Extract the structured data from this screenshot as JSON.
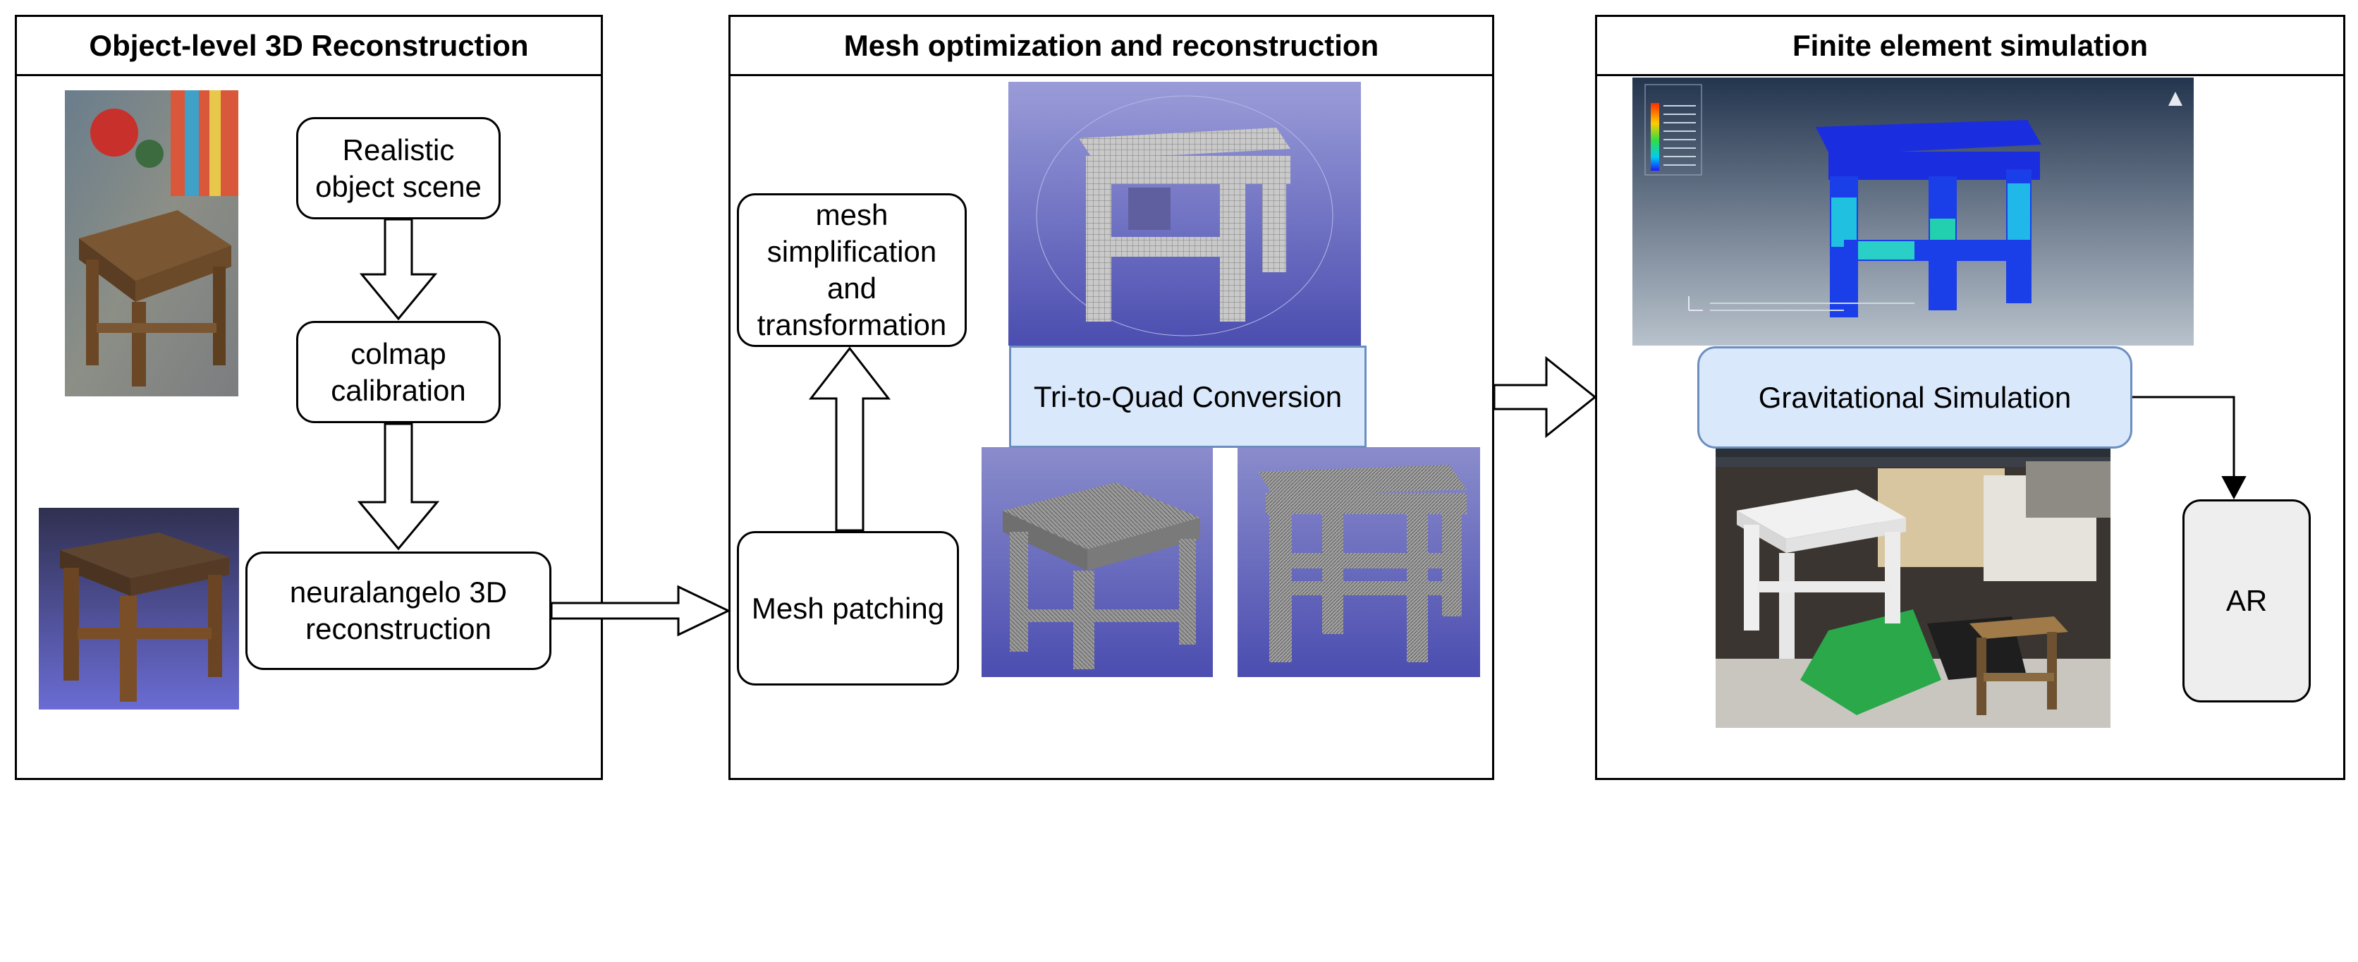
{
  "panels": {
    "reconstruction": {
      "title": "Object-level 3D Reconstruction"
    },
    "mesh": {
      "title": "Mesh optimization and reconstruction"
    },
    "fea": {
      "title": "Finite element simulation"
    }
  },
  "nodes": {
    "scene": "Realistic object scene",
    "colmap": "colmap calibration",
    "neuralangelo": "neuralangelo 3D reconstruction",
    "simplification": "mesh simplification and transformation",
    "patching": "Mesh patching",
    "tri_quad": "Tri-to-Quad Conversion",
    "gravity": "Gravitational Simulation",
    "ar": "AR"
  },
  "images": {
    "stool_photo": "photo-icon",
    "stool_render": "render-icon",
    "quad_mesh": "mesh-icon",
    "tri_mesh_a": "mesh-icon",
    "tri_mesh_b": "mesh-icon",
    "stress_plot": "fea-icon",
    "ar_scene": "ar-icon"
  },
  "colors": {
    "panel_border": "#000000",
    "blue_fill": "#dae8fc",
    "blue_border": "#6c8ebf",
    "grey_fill": "#eeeeee",
    "mesh_bg_top": "#9a9cd8",
    "mesh_bg_bottom": "#4b4db0"
  }
}
